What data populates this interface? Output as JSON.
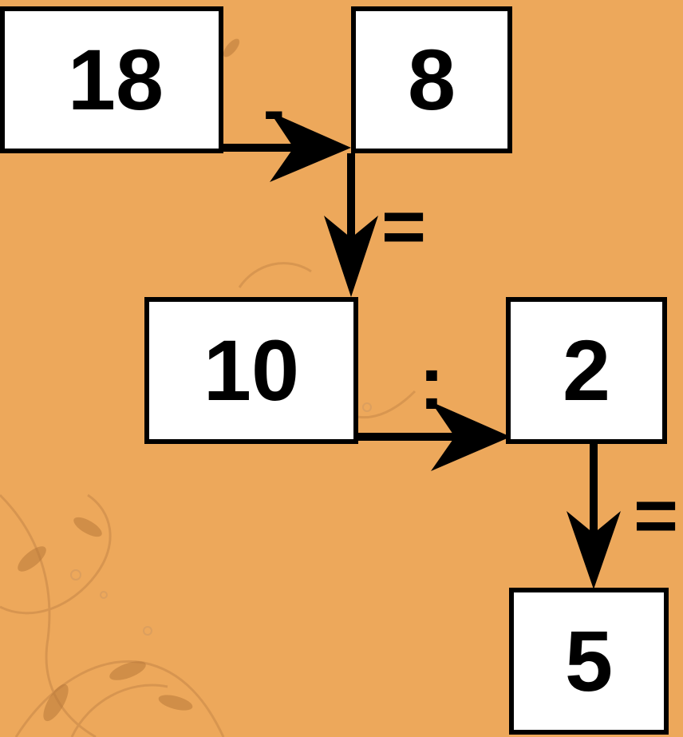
{
  "diagram": {
    "boxes": {
      "b1": "18",
      "b2": "8",
      "b3": "10",
      "b4": "2",
      "b5": "5"
    },
    "operators": {
      "minus": "-",
      "equals_1": "=",
      "divide": ":",
      "equals_2": "="
    }
  },
  "colors": {
    "background": "#eda85b",
    "box_fill": "#ffffff",
    "stroke": "#000000",
    "decor": "#c27a3c"
  }
}
